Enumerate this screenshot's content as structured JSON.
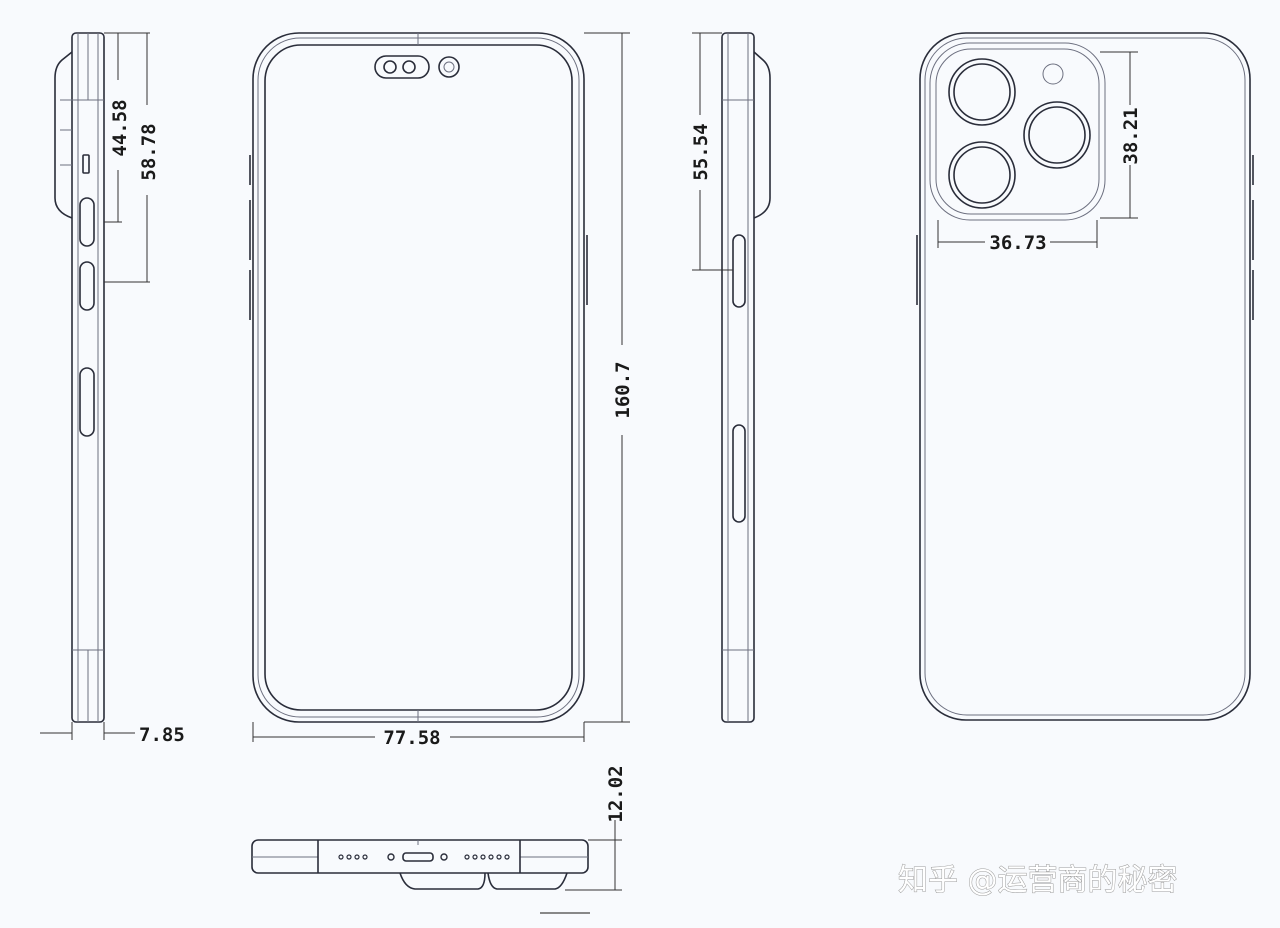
{
  "dimensions": {
    "left_side_camera_offset": "44.58",
    "left_side_button_offset": "58.78",
    "thickness": "7.85",
    "width": "77.58",
    "height": "160.7",
    "right_side_button_offset": "55.54",
    "camera_module_height": "38.21",
    "camera_module_width": "36.73",
    "thickness_with_camera": "12.02"
  },
  "watermark": "知乎 @运营商的秘密"
}
